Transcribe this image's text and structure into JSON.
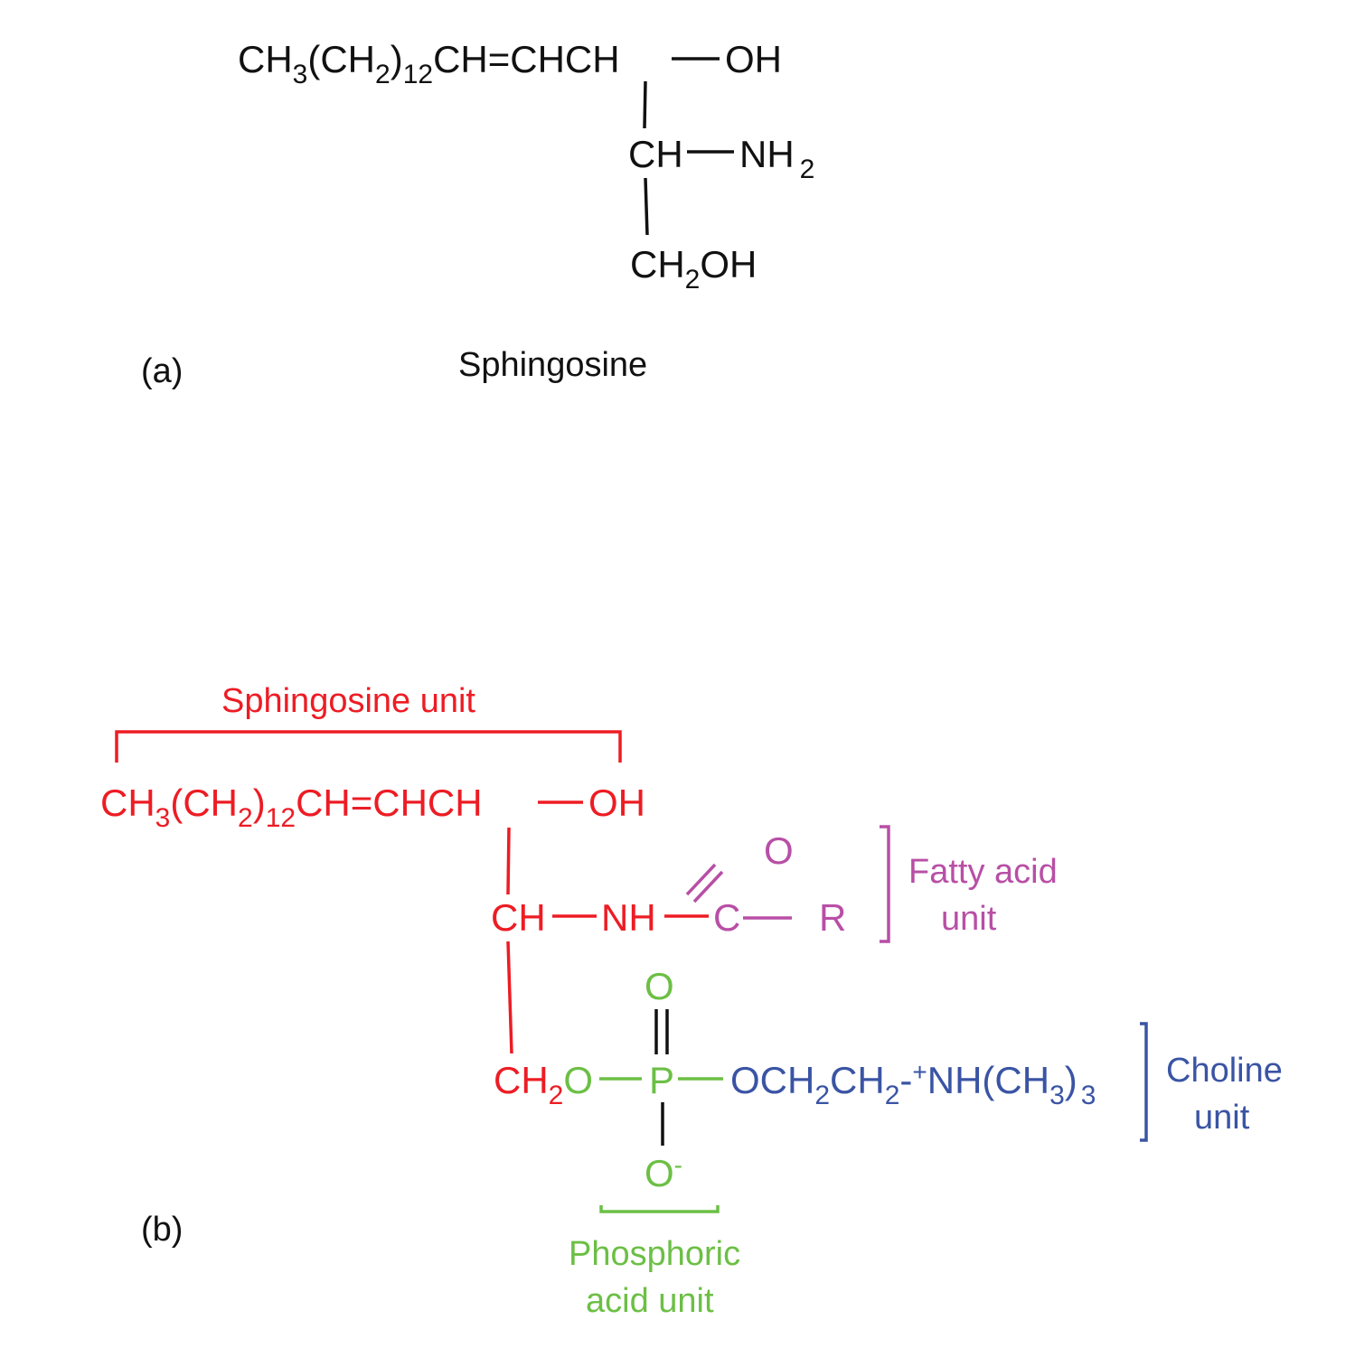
{
  "panel_a": {
    "label": "(a)",
    "title": "Sphingosine",
    "formula": {
      "ch3": "CH",
      "ch3_sub": "3",
      "paren_ch2": "(CH",
      "ch2_sub": "2",
      "paren_close": ")",
      "repeat_sub": "12",
      "chain": "CH=CHCH",
      "oh": "OH",
      "ch_amine": "CH",
      "nh": "NH",
      "nh_sub": "2",
      "ch2oh_c": "CH",
      "ch2oh_sub": "2",
      "ch2oh_oh": "OH"
    }
  },
  "panel_b": {
    "label": "(b)",
    "sphingosine_unit_label": "Sphingosine unit",
    "fatty_acid_label_1": "Fatty acid",
    "fatty_acid_label_2": "unit",
    "choline_label_1": "Choline",
    "choline_label_2": "unit",
    "phosphoric_label_1": "Phosphoric",
    "phosphoric_label_2": "acid unit",
    "formula": {
      "ch3": "CH",
      "ch3_sub": "3",
      "paren_ch2": "(CH",
      "ch2_sub": "2",
      "paren_close": ")",
      "repeat_sub": "12",
      "chain": "CH=CHCH",
      "oh": "OH",
      "ch_amide": "CH",
      "nh": "NH",
      "carbonyl_c": "C",
      "carbonyl_o": "O",
      "r_group": "R",
      "ch2_c": "CH",
      "ester_o": "O",
      "phosphorus": "P",
      "p_double_o": "O",
      "p_o_minus": "O",
      "minus_sign": "-",
      "choline_o_ch": "OCH",
      "choline_sub1": "2",
      "choline_ch": "CH",
      "choline_sub2": "2",
      "choline_dash": "-",
      "plus_sign": "+",
      "choline_nh": "NH(CH",
      "choline_sub3": "3",
      "choline_close": ")",
      "choline_sub4": "3"
    }
  },
  "colors": {
    "sphingosine": "#ed1c24",
    "fatty_acid": "#b84fa6",
    "phosphoric": "#6cbf45",
    "choline": "#3a54a4",
    "black": "#111111"
  }
}
